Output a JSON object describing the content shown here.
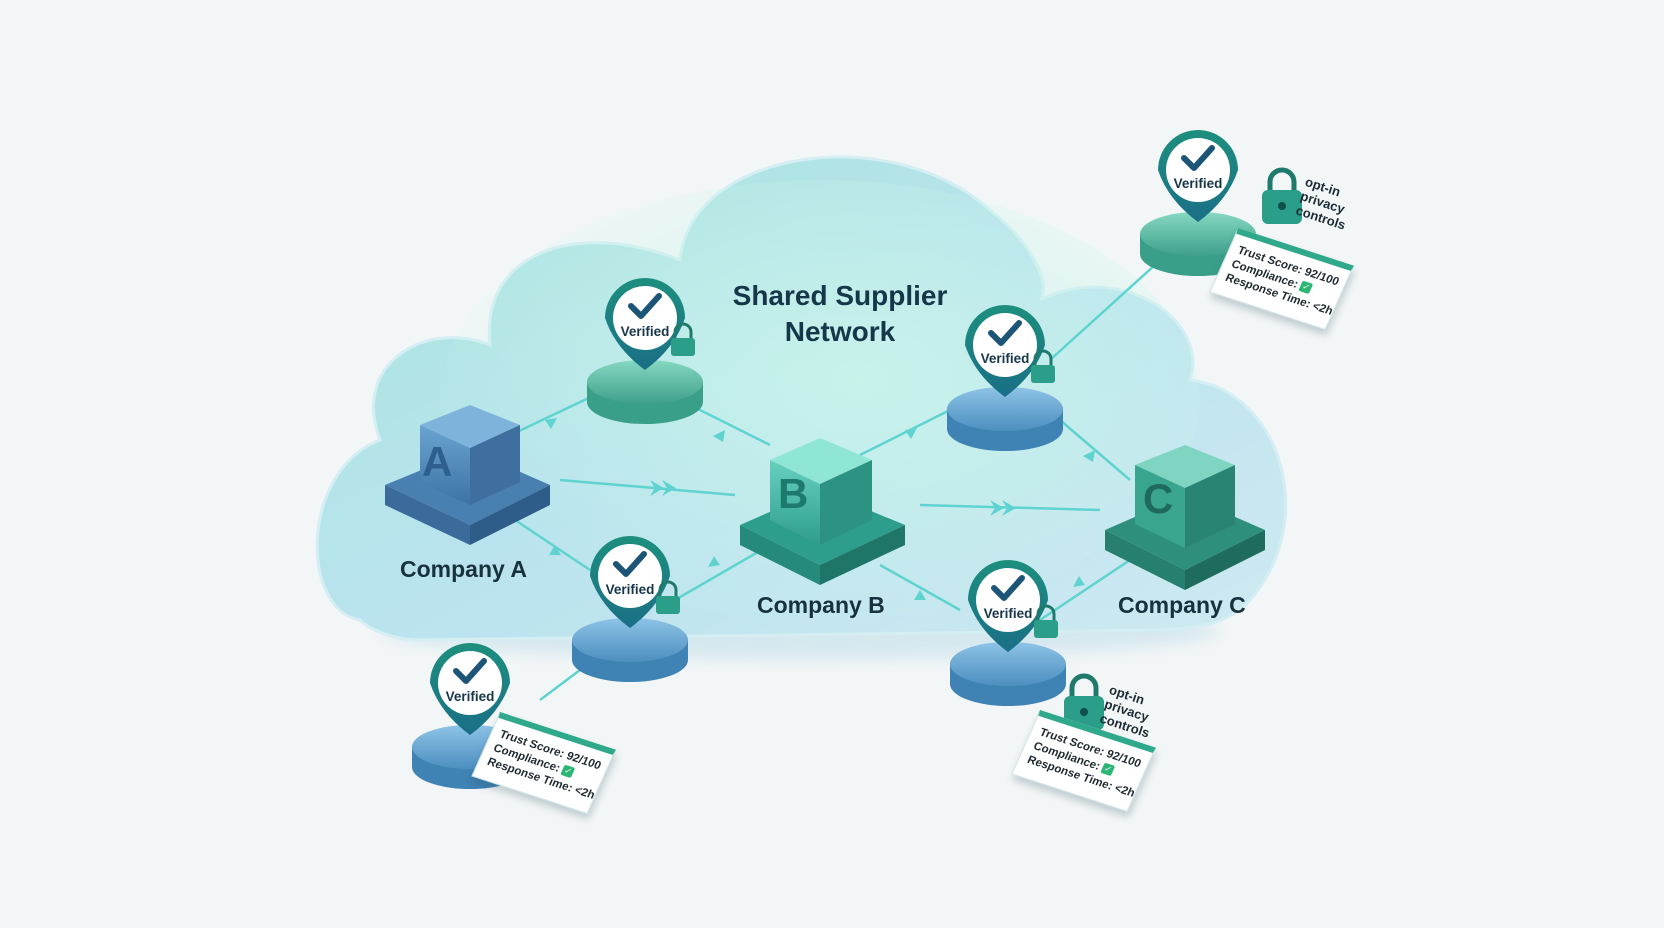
{
  "diagram": {
    "title_line1": "Shared Supplier",
    "title_line2": "Network",
    "companies": [
      {
        "letter": "A",
        "label": "Company A"
      },
      {
        "letter": "B",
        "label": "Company B"
      },
      {
        "letter": "C",
        "label": "Company C"
      }
    ],
    "verified_badge_label": "Verified",
    "privacy": {
      "line1": "opt-in",
      "line2": "privacy",
      "line3": "controls"
    },
    "score_card": {
      "trust": "Trust Score: 92/100",
      "compliance": "Compliance:",
      "compliance_icon": "check-icon",
      "response": "Response Time: <2h"
    },
    "colors": {
      "teal_accent": "#2fa88c",
      "check_green": "#2bb673",
      "node_blue": "#4a86b8",
      "node_teal": "#3fb3a2",
      "cloud_top": "#8fe0d0",
      "cloud_bottom": "#bfe1ee"
    }
  }
}
